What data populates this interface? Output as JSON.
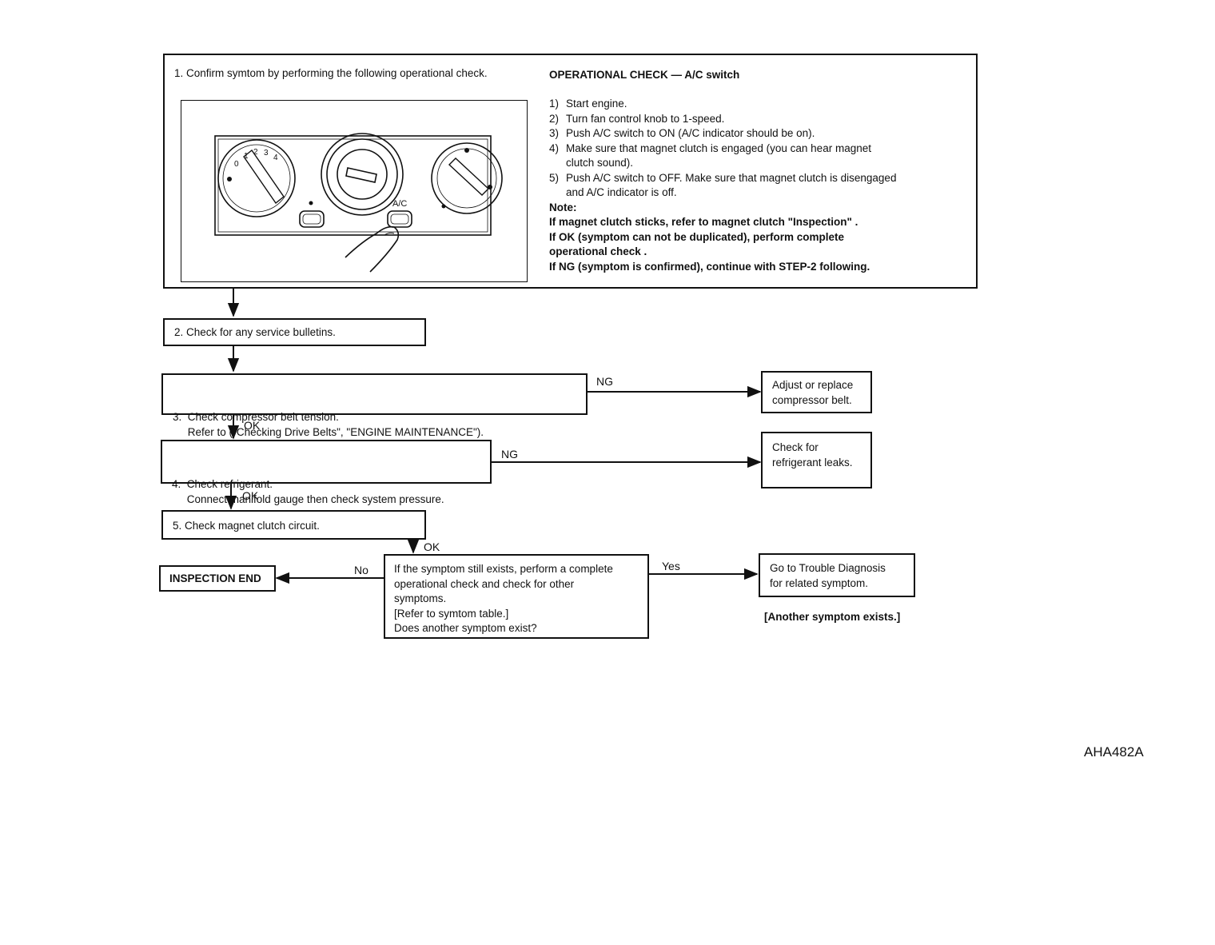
{
  "step1": {
    "title": "1. Confirm symtom by performing the following operational check.",
    "op_check_title": "OPERATIONAL CHECK — A/C switch",
    "steps": [
      {
        "num": "1)",
        "lines": [
          "Start engine."
        ]
      },
      {
        "num": "2)",
        "lines": [
          "Turn fan control knob to 1-speed."
        ]
      },
      {
        "num": "3)",
        "lines": [
          "Push A/C switch to ON (A/C indicator should be on)."
        ]
      },
      {
        "num": "4)",
        "lines": [
          "Make sure that magnet clutch is engaged (you can hear magnet",
          "clutch sound)."
        ]
      },
      {
        "num": "5)",
        "lines": [
          "Push A/C switch to OFF. Make sure that magnet clutch is disengaged",
          "and A/C indicator is off."
        ]
      }
    ],
    "note_label": "Note:",
    "notes": [
      "If magnet clutch sticks, refer to magnet clutch \"Inspection\" .",
      "If OK (symptom can not be duplicated), perform complete",
      "operational check .",
      "If NG (symptom is confirmed), continue with STEP-2 following."
    ],
    "panel": {
      "fan_marks": [
        "0",
        "1",
        "2",
        "3",
        "4"
      ],
      "ac_label": "A/C"
    }
  },
  "step2": {
    "text": "2.  Check for any service bulletins."
  },
  "step3": {
    "lines": [
      "3.  Check compressor belt tension.",
      "     Refer to (\"Checking Drive Belts\", \"ENGINE MAINTENANCE\")."
    ]
  },
  "step3_result": {
    "lines": [
      "Adjust or replace",
      "compressor belt."
    ]
  },
  "step4": {
    "lines": [
      "4.  Check refrigerant.",
      "     Connect manifold gauge then check system pressure."
    ]
  },
  "step4_result": {
    "lines": [
      "Check for",
      "refrigerant leaks."
    ]
  },
  "step5": {
    "text": "5.  Check magnet clutch circuit."
  },
  "decision": {
    "lines": [
      "If the symptom still exists, perform a complete",
      "operational check and check for other",
      "symptoms.",
      "[Refer to symtom table.]",
      "Does another symptom exist?"
    ]
  },
  "end_box": {
    "text": "INSPECTION END"
  },
  "trouble_box": {
    "lines": [
      "Go to Trouble Diagnosis",
      "for related symptom."
    ]
  },
  "another_symptom": "[Another symptom exists.]",
  "labels": {
    "ng": "NG",
    "ok": "OK",
    "no": "No",
    "yes": "Yes"
  },
  "figure_ref": "AHA482A"
}
